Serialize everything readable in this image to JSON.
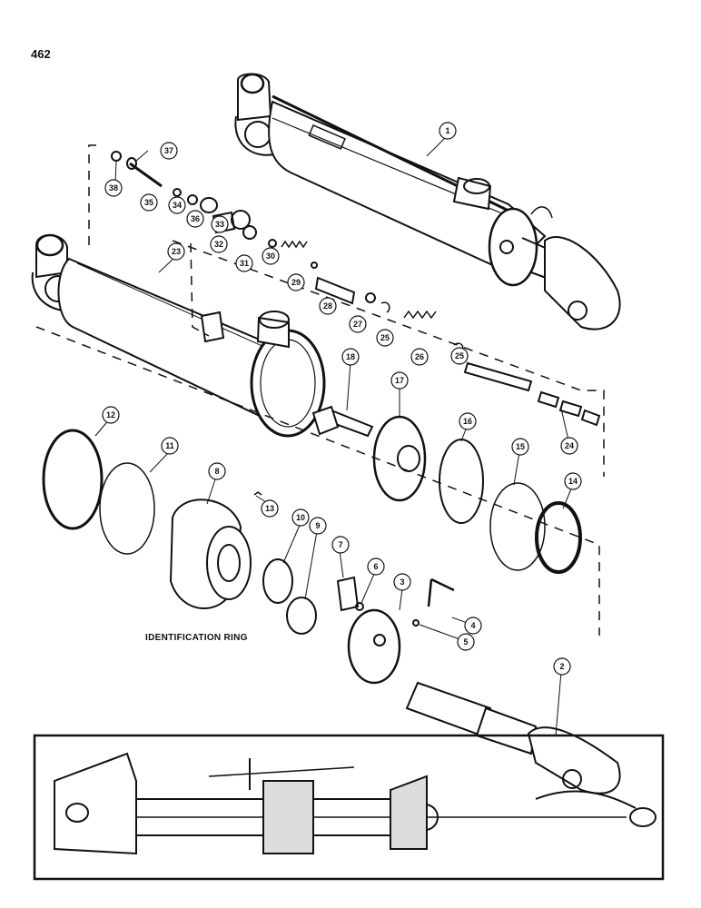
{
  "page": {
    "number": "462"
  },
  "diagram": {
    "identification_label": "IDENTIFICATION RING",
    "callouts": [
      "1",
      "2",
      "3",
      "4",
      "5",
      "6",
      "7",
      "8",
      "9",
      "10",
      "11",
      "12",
      "13",
      "14",
      "15",
      "16",
      "17",
      "18",
      "23",
      "24",
      "25",
      "25",
      "26",
      "27",
      "28",
      "29",
      "30",
      "31",
      "32",
      "33",
      "34",
      "35",
      "36",
      "37",
      "38"
    ]
  }
}
